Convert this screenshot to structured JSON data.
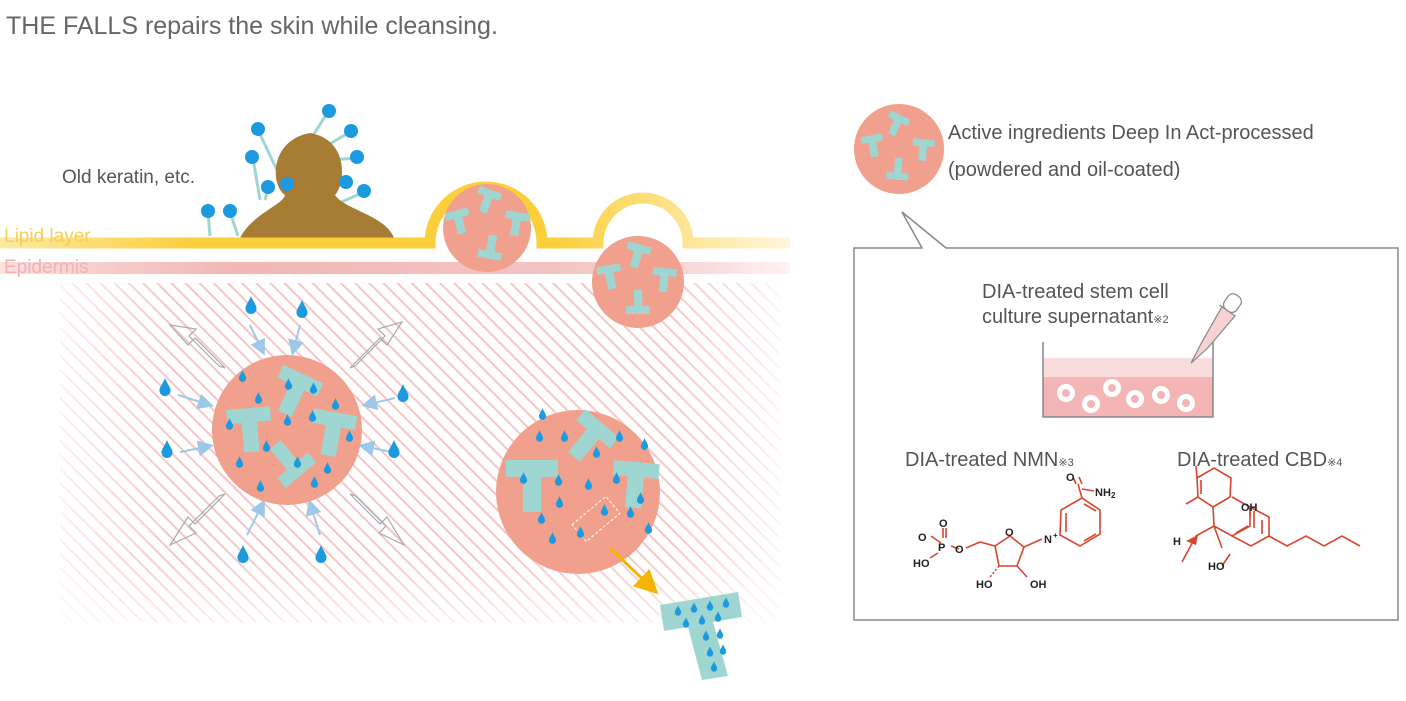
{
  "title": "THE FALLS repairs the skin while cleansing.",
  "labels": {
    "old_keratin": "Old keratin, etc.",
    "lipid_layer": "Lipid layer",
    "epidermis": "Epidermis"
  },
  "legend": {
    "line1": "Active ingredients Deep In Act-processed",
    "line2": "(powdered and oil-coated)"
  },
  "ingredients": {
    "stem_cell_line1": "DIA-treated stem cell",
    "stem_cell_line2": "culture supernatant",
    "stem_cell_note": "※2",
    "nmn": "DIA-treated NMN",
    "nmn_note": "※3",
    "cbd": "DIA-treated CBD",
    "cbd_note": "※4"
  },
  "molecule_labels": {
    "o1": "O",
    "o2": "O",
    "p": "P",
    "o3": "O",
    "ho1": "HO",
    "o4": "O",
    "n": "N",
    "plus": "+",
    "o5": "O",
    "nh2": "NH",
    "nh2_sub": "2",
    "ho2": "HO",
    "oh1": "OH",
    "oh_cbd": "OH",
    "h": "H",
    "ho_cbd": "HO"
  },
  "colors": {
    "salmon": "#f0a08c",
    "teal": "#9fd6d2",
    "lipid": "#fbc91a",
    "epidermis": "#f2b5b5",
    "water": "#1b9ae0",
    "keratin": "#a77c35",
    "molecule": "#d9452d"
  }
}
